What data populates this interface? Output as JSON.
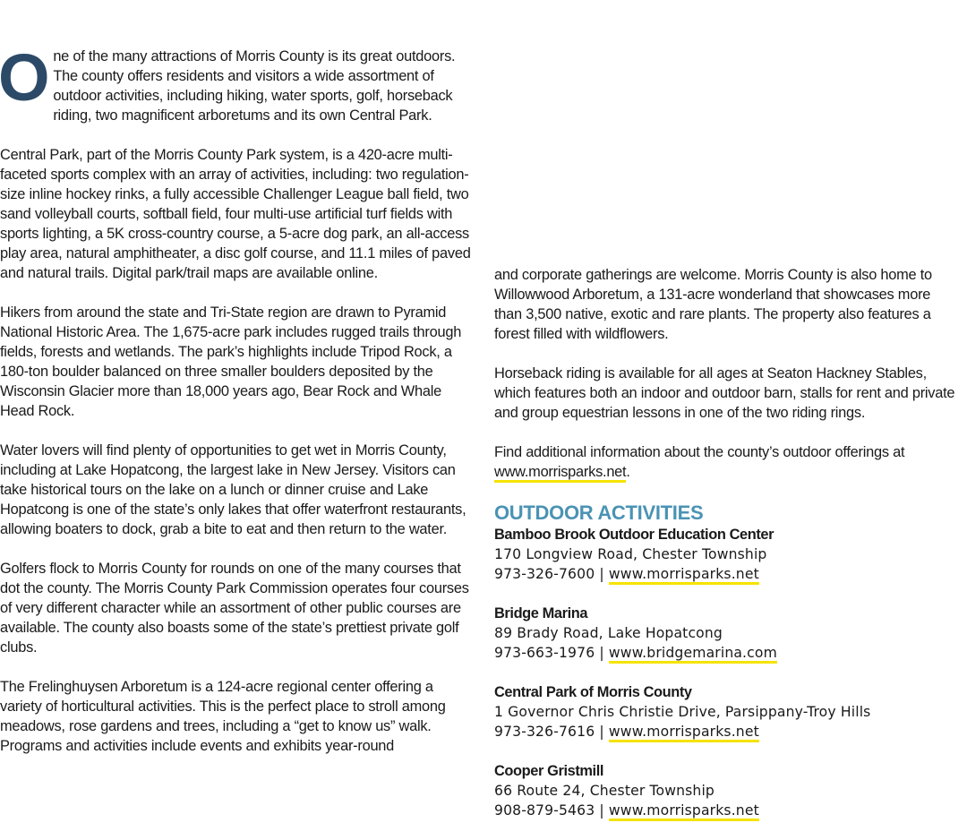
{
  "article": {
    "dropcap": "O",
    "p1_rest": "ne of the many attractions of Morris County is its great outdoors. The county offers residents and visitors a wide assortment of outdoor activities, including hiking, water sports, golf, horseback riding, two magnificent arboretums and its own Central Park.",
    "p2": "Central Park, part of the Morris County Park system, is a 420-acre multi-faceted sports complex with an array of activities, including: two regulation-size inline hockey rinks, a fully accessible Challenger League ball field, two sand volleyball courts, softball field, four multi-use artificial turf fields with sports lighting, a 5K cross-country course, a 5-acre dog park, an all-access play area, natural amphitheater, a disc golf course, and 11.1 miles of paved and natural trails. Digital park/trail maps are available online.",
    "p3": "Hikers from around the state and Tri-State region are drawn to Pyramid National Historic Area. The 1,675-acre park includes rugged trails through fields, forests and wetlands. The park’s highlights include Tripod Rock, a 180-ton boulder balanced on three smaller boulders deposited by the Wisconsin Glacier more than 18,000 years ago, Bear Rock and Whale Head Rock.",
    "p4": "Water lovers will find plenty of opportunities to get wet in Morris County, including at Lake Hopatcong, the largest lake in New Jersey. Visitors can take historical tours on the lake on a lunch or dinner cruise and Lake Hopatcong is one of the state’s only lakes that offer waterfront restaurants, allowing boaters to dock, grab a bite to eat and then return to the water.",
    "p5": "Golfers flock to Morris County for rounds on one of the many courses that dot the county. The Morris County Park Commission operates four courses of very different character while an assortment of other public courses are available. The county also boasts some of the state’s prettiest private golf clubs.",
    "p6": "The Frelinghuysen Arboretum is a 124-acre regional center offering a variety of horticultural activities. This is the perfect place to stroll among meadows, rose gardens and trees, including a “get to know us” walk. Programs and activities include events and exhibits year-round",
    "p6_cont": "and corporate gatherings are welcome. Morris County is also home to Willowwood Arboretum, a 131-acre wonderland that showcases more than 3,500 native, exotic and rare plants. The property also features a forest filled with wildflowers.",
    "p7": "Horseback riding is available for all ages at Seaton Hackney Stables, which features both an indoor and outdoor barn, stalls for rent and private and group equestrian lessons in one of the two riding rings.",
    "p8_text": "Find additional information about the county’s outdoor offerings at ",
    "p8_link": "www.morrisparks.net",
    "p8_end": "."
  },
  "activities": {
    "heading": "OUTDOOR ACTIVITIES",
    "items": [
      {
        "name": "Bamboo Brook Outdoor Education Center",
        "address": "170 Longview Road, Chester Township",
        "phone": "973-326-7600",
        "sep": " | ",
        "url": "www.morrisparks.net"
      },
      {
        "name": "Bridge Marina",
        "address": "89 Brady Road, Lake Hopatcong",
        "phone": "973-663-1976",
        "sep": " | ",
        "url": "www.bridgemarina.com"
      },
      {
        "name": "Central Park of Morris County",
        "address": "1 Governor Chris Christie Drive, Parsippany-Troy Hills",
        "phone": "973-326-7616",
        "sep": " | ",
        "url": "www.morrisparks.net"
      },
      {
        "name": "Cooper Gristmill",
        "address": "66 Route 24, Chester Township",
        "phone": "908-879-5463",
        "sep": " | ",
        "url": "www.morrisparks.net"
      }
    ]
  },
  "colors": {
    "dropcap": "#2c4a68",
    "heading": "#4a93b4",
    "link_highlight": "#f5e300"
  }
}
